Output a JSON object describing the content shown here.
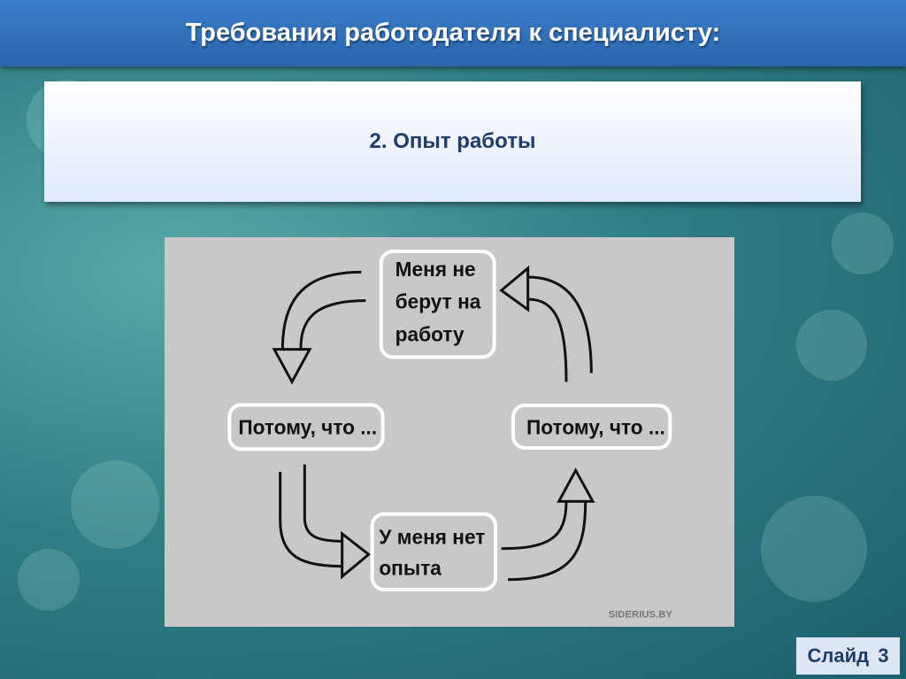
{
  "header": {
    "title": "Требования работодателя к специалисту:"
  },
  "panel": {
    "subtitle": "2. Опыт работы"
  },
  "diagram": {
    "top_box": [
      "Меня не",
      "берут на",
      "работу"
    ],
    "left_box": "Потому, что ...",
    "right_box": "Потому, что ...",
    "bottom_box": [
      "У меня нет",
      "опыта"
    ],
    "watermark": "SIDERIUS.BY"
  },
  "footer": {
    "slide_label": "Слайд 3"
  }
}
